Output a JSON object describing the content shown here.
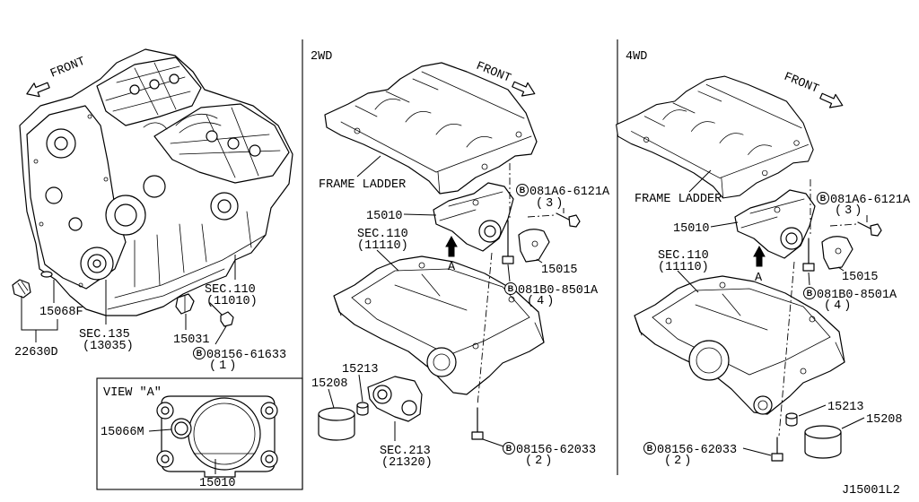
{
  "drawing_number": "J15001L2",
  "left_panel": {
    "front": "FRONT",
    "part_15068F": "15068F",
    "part_22630D": "22630D",
    "sec135": {
      "ref": "SEC.135",
      "code": "(13035)"
    },
    "sec110": {
      "ref": "SEC.110",
      "code": "(11010)"
    },
    "part_15031": "15031",
    "bolt": {
      "marker": "B",
      "number": "08156-61633",
      "qty": "(1)"
    },
    "view_a": {
      "title": "VIEW \"A\"",
      "part_15066M": "15066M",
      "part_15010": "15010"
    }
  },
  "panel_2wd": {
    "title": "2WD",
    "front": "FRONT",
    "frame_ladder": "FRAME LADDER",
    "bolt_upper": {
      "marker": "B",
      "number": "081A6-6121A",
      "qty": "(3)"
    },
    "part_15010": "15010",
    "sec110": {
      "ref": "SEC.110",
      "code": "(11110)"
    },
    "view_arrow": "A",
    "part_15015": "15015",
    "bolt_middle": {
      "marker": "B",
      "number": "081B0-8501A",
      "qty": "(4)"
    },
    "part_15213": "15213",
    "part_15208": "15208",
    "sec213": {
      "ref": "SEC.213",
      "code": "(21320)"
    },
    "bolt_lower": {
      "marker": "B",
      "number": "08156-62033",
      "qty": "(2)"
    }
  },
  "panel_4wd": {
    "title": "4WD",
    "front": "FRONT",
    "frame_ladder": "FRAME LADDER",
    "bolt_upper": {
      "marker": "B",
      "number": "081A6-6121A",
      "qty": "(3)"
    },
    "part_15010": "15010",
    "sec110": {
      "ref": "SEC.110",
      "code": "(11110)"
    },
    "view_arrow": "A",
    "part_15015": "15015",
    "bolt_middle": {
      "marker": "B",
      "number": "081B0-8501A",
      "qty": "(4)"
    },
    "part_15213": "15213",
    "part_15208": "15208",
    "bolt_lower": {
      "marker": "B",
      "number": "08156-62033",
      "qty": "(2)"
    }
  }
}
